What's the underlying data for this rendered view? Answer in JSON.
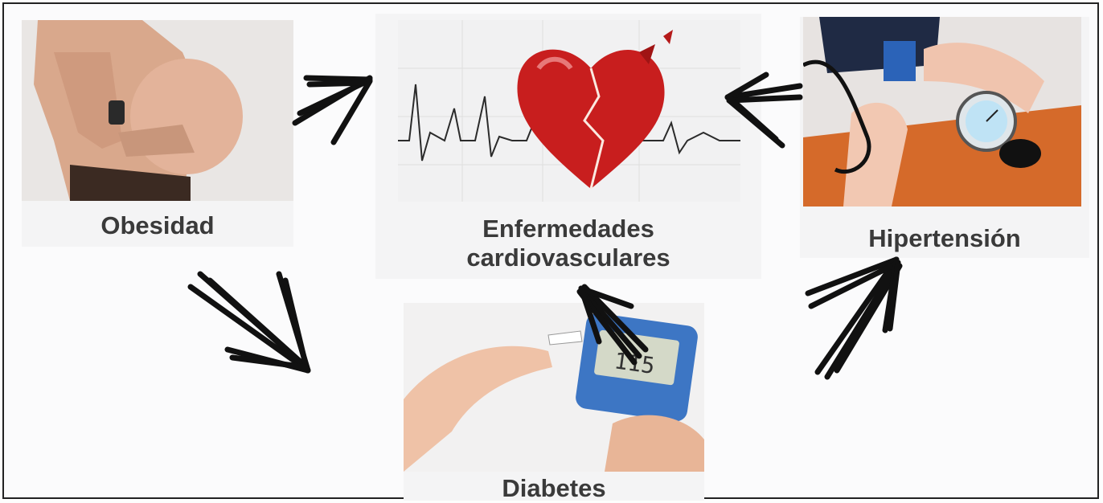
{
  "nodes": {
    "obesity": {
      "label": "Obesidad",
      "icon": "obese-belly-photo"
    },
    "cardiovascular": {
      "label_line1": "Enfermedades",
      "label_line2": "cardiovasculares",
      "icon": "broken-heart-ekg-photo"
    },
    "hypertension": {
      "label": "Hipertensión",
      "icon": "blood-pressure-cuff-photo"
    },
    "diabetes": {
      "label": "Diabetes",
      "icon": "glucose-meter-photo",
      "meter_reading": "115"
    }
  },
  "edges": [
    {
      "from": "obesity",
      "to": "cardiovascular"
    },
    {
      "from": "hypertension",
      "to": "cardiovascular"
    },
    {
      "from": "obesity",
      "to": "diabetes"
    },
    {
      "from": "diabetes",
      "to": "cardiovascular"
    },
    {
      "from": "diabetes",
      "to": "hypertension"
    }
  ],
  "colors": {
    "arrow": "#111111",
    "label": "#3a3a3a",
    "frame": "#222222",
    "heart": "#c81e1e"
  }
}
